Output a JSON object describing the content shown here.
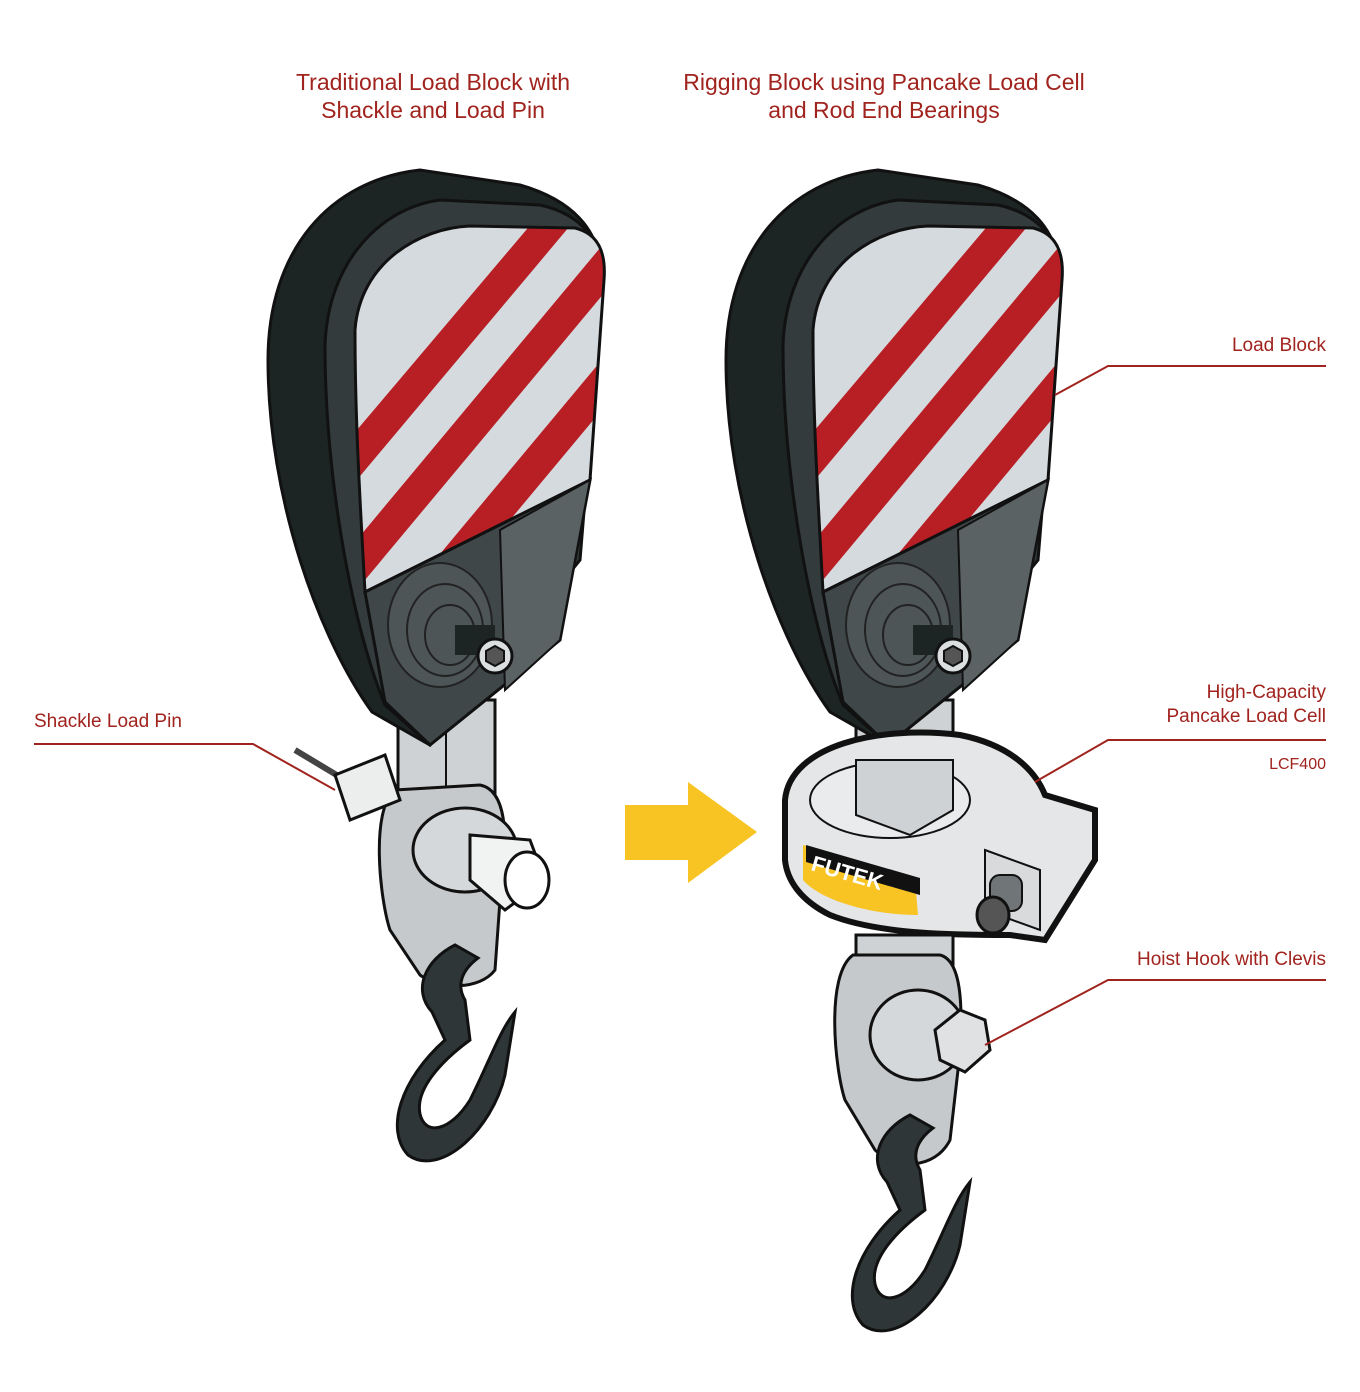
{
  "titles": {
    "left": [
      "Traditional Load Block with",
      "Shackle and Load Pin"
    ],
    "right": [
      "Rigging Block using Pancake Load Cell",
      "and Rod End Bearings"
    ]
  },
  "callouts": {
    "shackle_load_pin": "Shackle Load Pin",
    "load_block": "Load Block",
    "load_cell": [
      "High-Capacity",
      "Pancake Load Cell"
    ],
    "load_cell_model": "LCF400",
    "hoist_hook": "Hoist Hook with Clevis"
  },
  "logo_text": "FUTEK",
  "colors": {
    "label": "#a0231e",
    "stripe_red": "#b81f25",
    "stripe_light": "#d5dade",
    "arrow": "#f7c424",
    "block_dark": "#1c2424"
  }
}
